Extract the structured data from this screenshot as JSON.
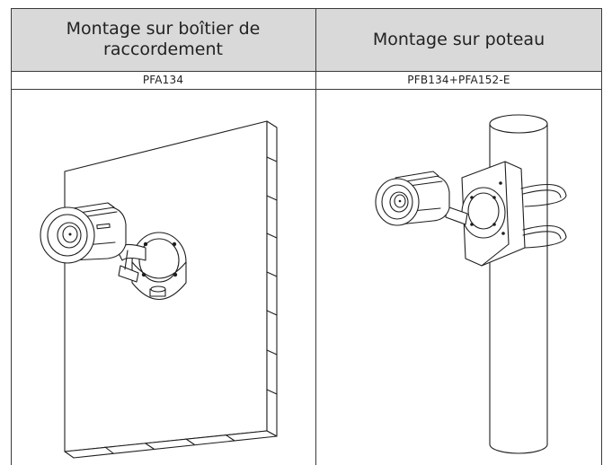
{
  "table": {
    "columns": [
      {
        "title": "Montage sur boîtier de raccordement",
        "model": "PFA134"
      },
      {
        "title": "Montage sur poteau",
        "model": "PFB134+PFA152-E"
      }
    ]
  },
  "illustrations": [
    {
      "icon": "bullet-camera-on-junction-box-wall-icon"
    },
    {
      "icon": "bullet-camera-on-pole-bracket-icon"
    }
  ]
}
